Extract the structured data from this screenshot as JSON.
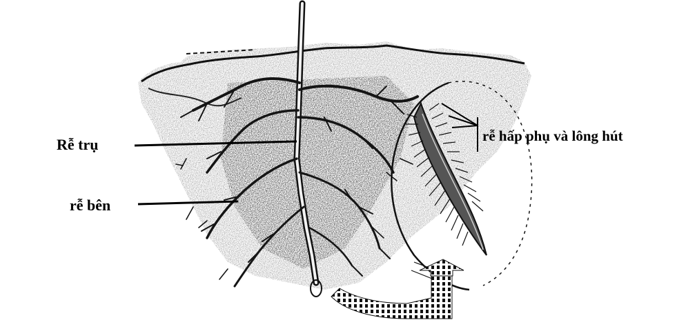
{
  "labels": {
    "taproot": "Rễ trụ",
    "lateral_root": "rễ bên",
    "absorbing_root_hairs": "rễ hấp phụ và lông hút"
  },
  "colors": {
    "ink": "#000000",
    "soil_dark": "#2b2b2b",
    "soil_mid": "#8a8a8a",
    "soil_light": "#c8c8c8",
    "background": "#ffffff"
  }
}
